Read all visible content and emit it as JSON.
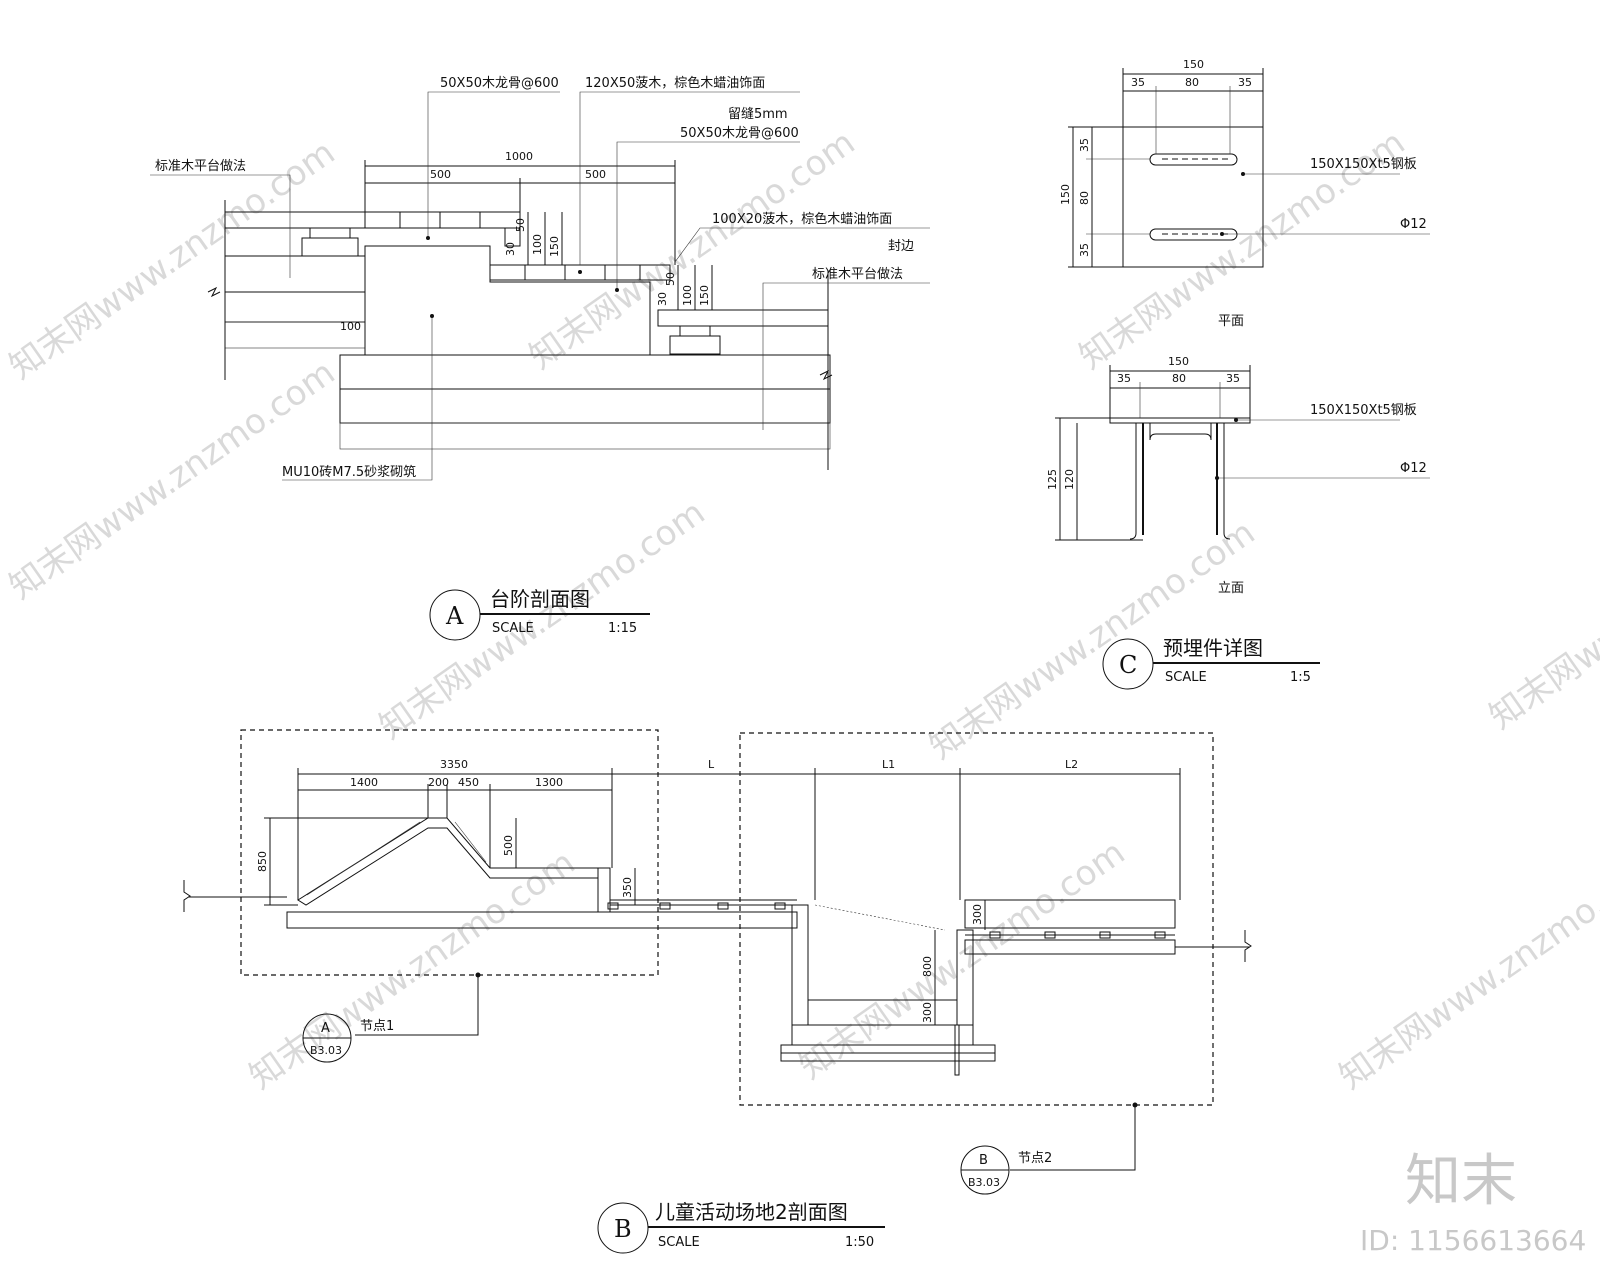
{
  "section_a": {
    "letter": "A",
    "title": "台阶剖面图",
    "scale_label": "SCALE",
    "scale_value": "1:15",
    "labels": {
      "wood_keel_1": "50X50木龙骨@600",
      "teak_top": "120X50菠木，棕色木蜡油饰面",
      "gap": "留缝5mm",
      "wood_keel_2": "50X50木龙骨@600",
      "standard_left": "标准木平台做法",
      "teak_side": "100X20菠木，棕色木蜡油饰面",
      "edge": "封边",
      "standard_right": "标准木平台做法",
      "brick": "MU10砖M7.5砂浆砌筑"
    },
    "dims": {
      "total": "1000",
      "half_left": "500",
      "half_right": "500",
      "d100": "100",
      "d50a": "50",
      "d100a": "100",
      "d150a": "150",
      "d30": "30",
      "d50b": "50",
      "d100b": "100",
      "d150b": "150",
      "d30b": "30"
    }
  },
  "section_b": {
    "letter": "B",
    "title": "儿童活动场地2剖面图",
    "scale_label": "SCALE",
    "scale_value": "1:50",
    "dims": {
      "total": "3350",
      "d1400": "1400",
      "d200": "200",
      "d450": "450",
      "d1300": "1300",
      "h850": "850",
      "h500": "500",
      "h350": "350",
      "L": "L",
      "L1": "L1",
      "L2": "L2",
      "h300a": "300",
      "h800": "800",
      "h300b": "300"
    },
    "node1": {
      "letter": "A",
      "sheet": "B3.03",
      "label": "节点1"
    },
    "node2": {
      "letter": "B",
      "sheet": "B3.03",
      "label": "节点2"
    }
  },
  "section_c": {
    "letter": "C",
    "title": "预埋件详图",
    "scale_label": "SCALE",
    "scale_value": "1:5",
    "plan_label": "平面",
    "elev_label": "立面",
    "plate_label": "150X150Xt5钢板",
    "bar_label": "Φ12",
    "plate_label_2": "150X150Xt5钢板",
    "bar_label_2": "Φ12",
    "plan_dims": {
      "w": "150",
      "a": "35",
      "b": "80",
      "c": "35",
      "h": "150",
      "ha": "35",
      "hb": "80",
      "hc": "35"
    },
    "elev_dims": {
      "w": "150",
      "a": "35",
      "b": "80",
      "c": "35",
      "h125": "125",
      "h120": "120"
    }
  },
  "watermark": {
    "text": "知末网www.znzmo.com",
    "logo": "知末",
    "id": "ID: 1156613664"
  }
}
